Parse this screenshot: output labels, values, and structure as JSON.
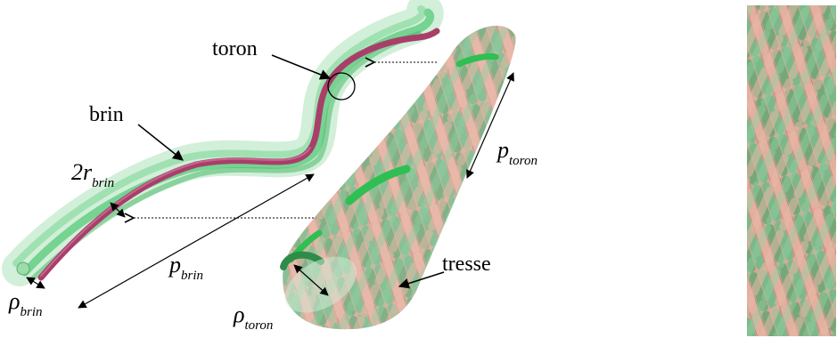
{
  "labels": {
    "toron": "toron",
    "brin": "brin",
    "tresse": "tresse"
  },
  "symbols": {
    "two_r_brin": {
      "main": "2r",
      "sub": "brin"
    },
    "p_brin": {
      "main": "p",
      "sub": "brin"
    },
    "rho_brin": {
      "main": "ρ",
      "sub": "brin"
    },
    "p_toron": {
      "main": "p",
      "sub": "toron"
    },
    "rho_toron": {
      "main": "ρ",
      "sub": "toron"
    }
  },
  "colors": {
    "strand_highlight": "#a83f6a",
    "toron_green": "#57c97a",
    "braid_pink": "#e6a592",
    "braid_green": "#7cc592",
    "background": "#ffffff"
  }
}
